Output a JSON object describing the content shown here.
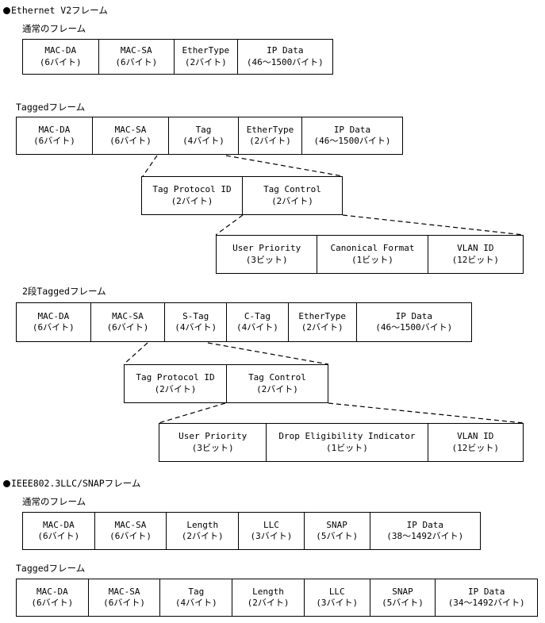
{
  "sections": [
    {
      "id": "ethernet-v2",
      "heading": "Ethernet V2フレーム",
      "subsections": [
        {
          "id": "ethernet-v2-normal",
          "label": "通常のフレーム",
          "fields": [
            {
              "name": "MAC-DA",
              "size": "(6バイト)"
            },
            {
              "name": "MAC-SA",
              "size": "(6バイト)"
            },
            {
              "name": "EtherType",
              "size": "(2バイト)"
            },
            {
              "name": "IP Data",
              "size": "(46〜1500バイト)"
            }
          ]
        },
        {
          "id": "ethernet-v2-tagged",
          "label": "Taggedフレーム",
          "fields": [
            {
              "name": "MAC-DA",
              "size": "(6バイト)"
            },
            {
              "name": "MAC-SA",
              "size": "(6バイト)"
            },
            {
              "name": "Tag",
              "size": "(4バイト)"
            },
            {
              "name": "EtherType",
              "size": "(2バイト)"
            },
            {
              "name": "IP Data",
              "size": "(46〜1500バイト)"
            }
          ],
          "tag_expansion": [
            {
              "name": "Tag Protocol ID",
              "size": "(2バイト)"
            },
            {
              "name": "Tag Control",
              "size": "(2バイト)"
            }
          ],
          "tag_control_expansion": [
            {
              "name": "User Priority",
              "size": "(3ビット)"
            },
            {
              "name": "Canonical Format",
              "size": "(1ビット)"
            },
            {
              "name": "VLAN ID",
              "size": "(12ビット)"
            }
          ]
        },
        {
          "id": "ethernet-v2-double-tagged",
          "label": "2段Taggedフレーム",
          "fields": [
            {
              "name": "MAC-DA",
              "size": "(6バイト)"
            },
            {
              "name": "MAC-SA",
              "size": "(6バイト)"
            },
            {
              "name": "S-Tag",
              "size": "(4バイト)"
            },
            {
              "name": "C-Tag",
              "size": "(4バイト)"
            },
            {
              "name": "EtherType",
              "size": "(2バイト)"
            },
            {
              "name": "IP Data",
              "size": "(46〜1500バイト)"
            }
          ],
          "tag_expansion": [
            {
              "name": "Tag Protocol ID",
              "size": "(2バイト)"
            },
            {
              "name": "Tag Control",
              "size": "(2バイト)"
            }
          ],
          "tag_control_expansion": [
            {
              "name": "User Priority",
              "size": "(3ビット)"
            },
            {
              "name": "Drop Eligibility Indicator",
              "size": "(1ビット)"
            },
            {
              "name": "VLAN ID",
              "size": "(12ビット)"
            }
          ]
        }
      ]
    },
    {
      "id": "ieee802-3",
      "heading": "IEEE802.3LLC/SNAPフレーム",
      "subsections": [
        {
          "id": "ieee802-3-normal",
          "label": "通常のフレーム",
          "fields": [
            {
              "name": "MAC-DA",
              "size": "(6バイト)"
            },
            {
              "name": "MAC-SA",
              "size": "(6バイト)"
            },
            {
              "name": "Length",
              "size": "(2バイト)"
            },
            {
              "name": "LLC",
              "size": "(3バイト)"
            },
            {
              "name": "SNAP",
              "size": "(5バイト)"
            },
            {
              "name": "IP Data",
              "size": "(38〜1492バイト)"
            }
          ]
        },
        {
          "id": "ieee802-3-tagged",
          "label": "Taggedフレーム",
          "fields": [
            {
              "name": "MAC-DA",
              "size": "(6バイト)"
            },
            {
              "name": "MAC-SA",
              "size": "(6バイト)"
            },
            {
              "name": "Tag",
              "size": "(4バイト)"
            },
            {
              "name": "Length",
              "size": "(2バイト)"
            },
            {
              "name": "LLC",
              "size": "(3バイト)"
            },
            {
              "name": "SNAP",
              "size": "(5バイト)"
            },
            {
              "name": "IP Data",
              "size": "(34〜1492バイト)"
            }
          ]
        }
      ]
    }
  ],
  "colors": {
    "line": "#000000",
    "background": "#ffffff"
  }
}
